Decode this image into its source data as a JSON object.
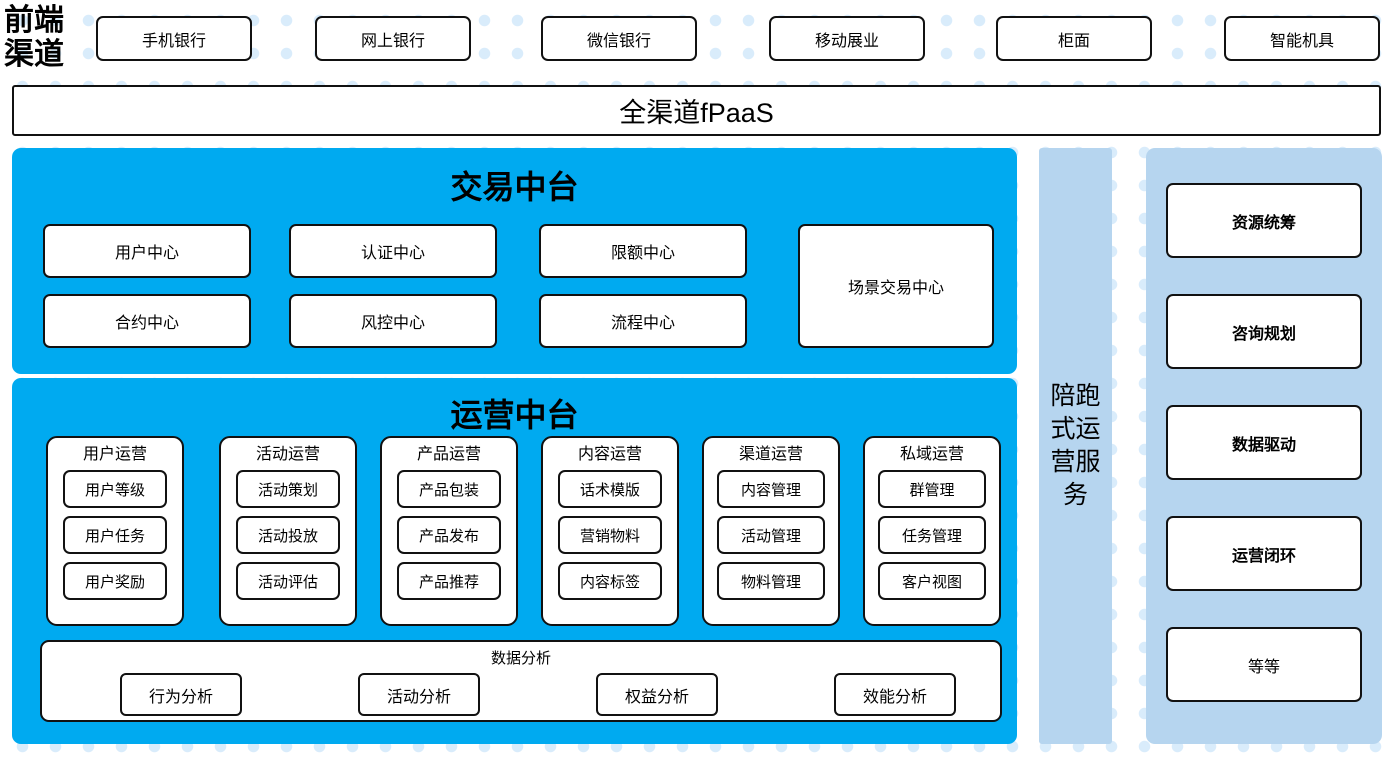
{
  "front_channel": {
    "label": "前端渠道",
    "label_lines": [
      "前端",
      "渠道"
    ],
    "items": [
      {
        "label": "手机银行"
      },
      {
        "label": "网上银行"
      },
      {
        "label": "微信银行"
      },
      {
        "label": "移动展业"
      },
      {
        "label": "柜面"
      },
      {
        "label": "智能机具"
      }
    ]
  },
  "fpaas": {
    "label": "全渠道fPaaS"
  },
  "transaction_platform": {
    "title": "交易中台",
    "row1": [
      {
        "label": "用户中心"
      },
      {
        "label": "认证中心"
      },
      {
        "label": "限额中心"
      }
    ],
    "row2": [
      {
        "label": "合约中心"
      },
      {
        "label": "风控中心"
      },
      {
        "label": "流程中心"
      }
    ],
    "tall_box": {
      "label": "场景交易中心"
    }
  },
  "operation_platform": {
    "title": "运营中台",
    "groups": [
      {
        "title": "用户运营",
        "items": [
          "用户等级",
          "用户任务",
          "用户奖励"
        ]
      },
      {
        "title": "活动运营",
        "items": [
          "活动策划",
          "活动投放",
          "活动评估"
        ]
      },
      {
        "title": "产品运营",
        "items": [
          "产品包装",
          "产品发布",
          "产品推荐"
        ]
      },
      {
        "title": "内容运营",
        "items": [
          "话术模版",
          "营销物料",
          "内容标签"
        ]
      },
      {
        "title": "渠道运营",
        "items": [
          "内容管理",
          "活动管理",
          "物料管理"
        ]
      },
      {
        "title": "私域运营",
        "items": [
          "群管理",
          "任务管理",
          "客户视图"
        ]
      }
    ],
    "data_analysis": {
      "title": "数据分析",
      "items": [
        "行为分析",
        "活动分析",
        "权益分析",
        "效能分析"
      ]
    }
  },
  "accompany_service": {
    "label": "陪跑式运营服务"
  },
  "service_cards": [
    {
      "label": "资源统筹",
      "bold": true
    },
    {
      "label": "咨询规划",
      "bold": true
    },
    {
      "label": "数据驱动",
      "bold": true
    },
    {
      "label": "运营闭环",
      "bold": true
    },
    {
      "label": "等等",
      "bold": false
    }
  ],
  "colors": {
    "cyan": "#00aaf0",
    "light_blue": "#b6d5ef",
    "border": "#111111",
    "dot": "#d9ecfb"
  }
}
